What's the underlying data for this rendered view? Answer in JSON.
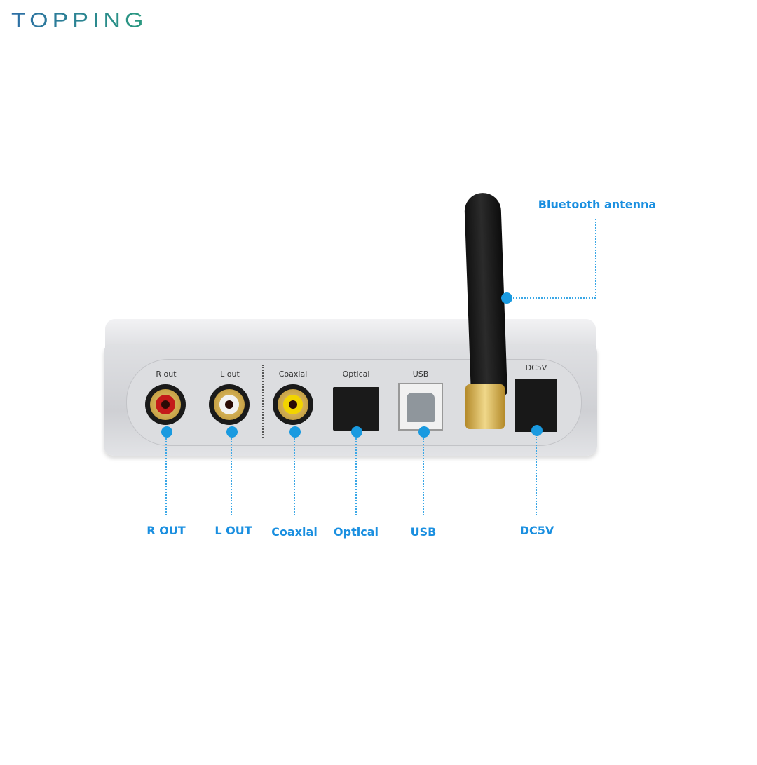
{
  "brand": {
    "logo_text": "TOPPING",
    "colors": [
      "#2d6ea6",
      "#2a9a7f"
    ]
  },
  "panel_labels": {
    "r_out": "R out",
    "l_out": "L out",
    "coaxial": "Coaxial",
    "optical": "Optical",
    "usb": "USB",
    "dc5v": "DC5V"
  },
  "callouts": {
    "bluetooth_antenna": "Bluetooth antenna",
    "r_out": "R OUT",
    "l_out": "L OUT",
    "coaxial": "Coaxial",
    "optical": "Optical",
    "usb": "USB",
    "dc5v": "DC5V"
  },
  "callout_color": "#1a9ae0"
}
